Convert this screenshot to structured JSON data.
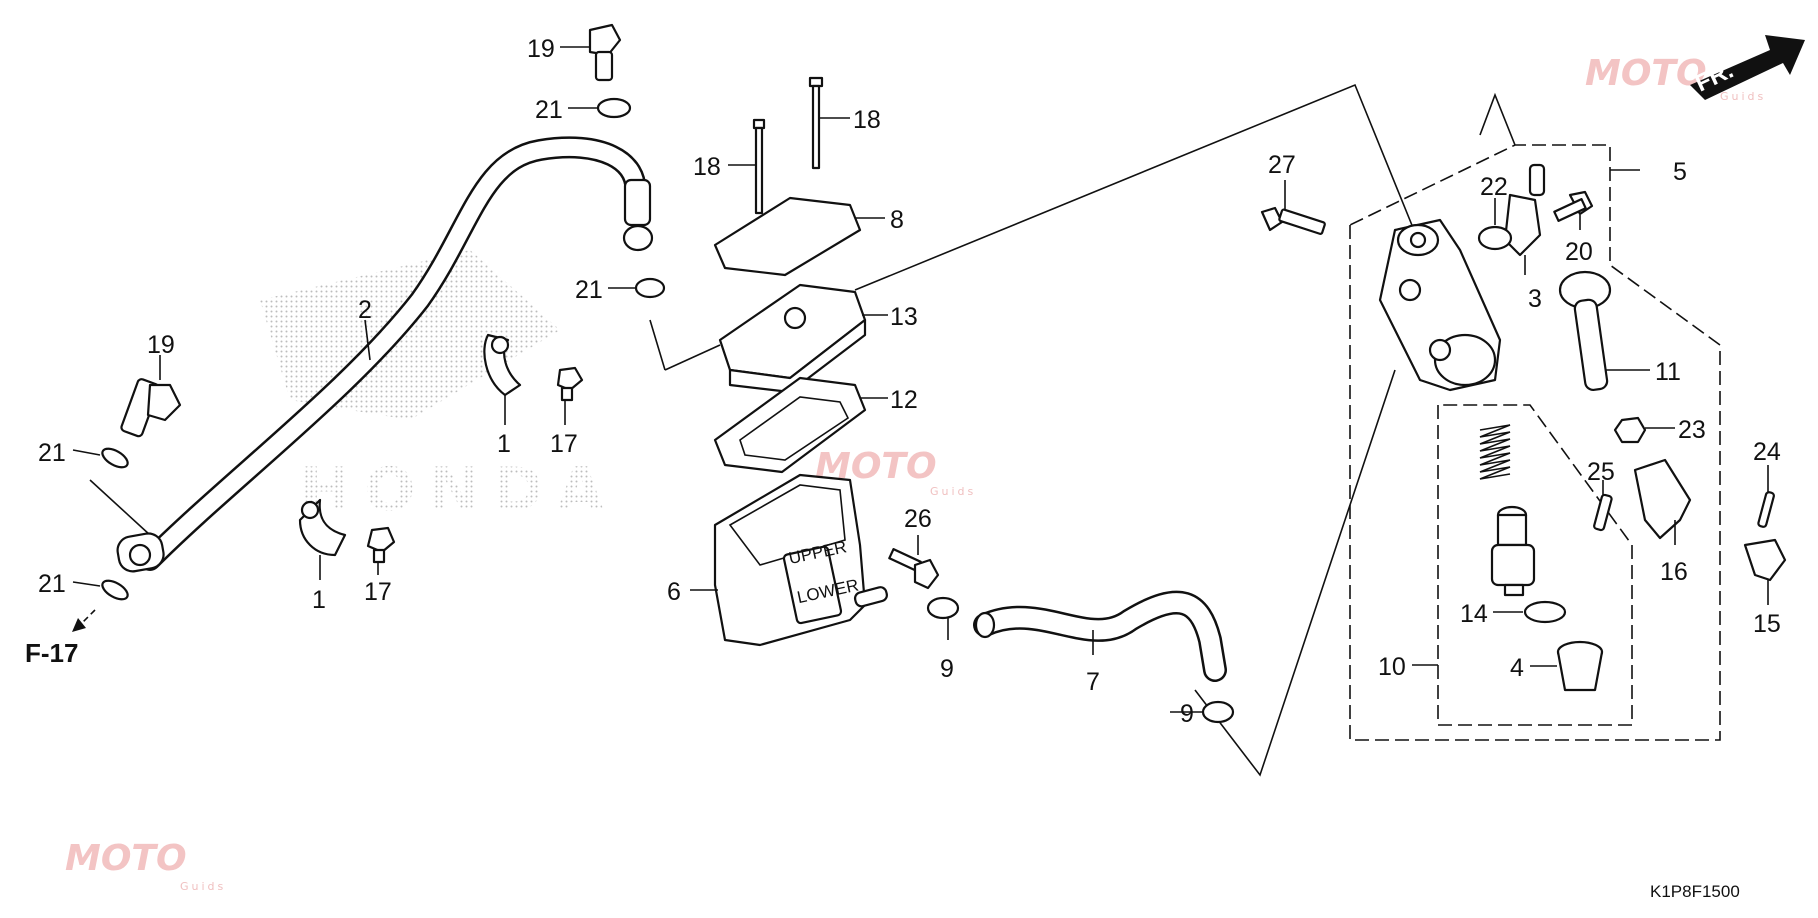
{
  "callouts": [
    {
      "n": "1",
      "part": "clamp"
    },
    {
      "n": "2",
      "part": "hose"
    },
    {
      "n": "3",
      "part": "joint"
    },
    {
      "n": "4",
      "part": "boot"
    },
    {
      "n": "5",
      "part": "master-cylinder"
    },
    {
      "n": "6",
      "part": "reservoir"
    },
    {
      "n": "7",
      "part": "reservoir-hose"
    },
    {
      "n": "8",
      "part": "cap"
    },
    {
      "n": "9",
      "part": "hose-clip"
    },
    {
      "n": "10",
      "part": "piston-set"
    },
    {
      "n": "11",
      "part": "push-rod"
    },
    {
      "n": "12",
      "part": "diaphragm"
    },
    {
      "n": "13",
      "part": "plate"
    },
    {
      "n": "14",
      "part": "circlip"
    },
    {
      "n": "15",
      "part": "clip"
    },
    {
      "n": "16",
      "part": "rod-joint"
    },
    {
      "n": "17",
      "part": "bolt"
    },
    {
      "n": "18",
      "part": "screw"
    },
    {
      "n": "19",
      "part": "oil-bolt"
    },
    {
      "n": "20",
      "part": "bolt"
    },
    {
      "n": "21",
      "part": "washer"
    },
    {
      "n": "22",
      "part": "o-ring"
    },
    {
      "n": "23",
      "part": "nut"
    },
    {
      "n": "24",
      "part": "cotter-pin"
    },
    {
      "n": "25",
      "part": "pin"
    },
    {
      "n": "26",
      "part": "bolt"
    },
    {
      "n": "27",
      "part": "bolt"
    }
  ],
  "reference": "F-17",
  "direction_arrow": "FR.",
  "diagram_code": "K1P8F1500",
  "watermark": {
    "brand": "MOTO",
    "sub": "Guids"
  },
  "reservoir_marks": {
    "upper": "UPPER",
    "lower": "LOWER"
  },
  "background_text": "HONDA",
  "colors": {
    "line": "#111111",
    "watermark": "#f3c4c4"
  }
}
